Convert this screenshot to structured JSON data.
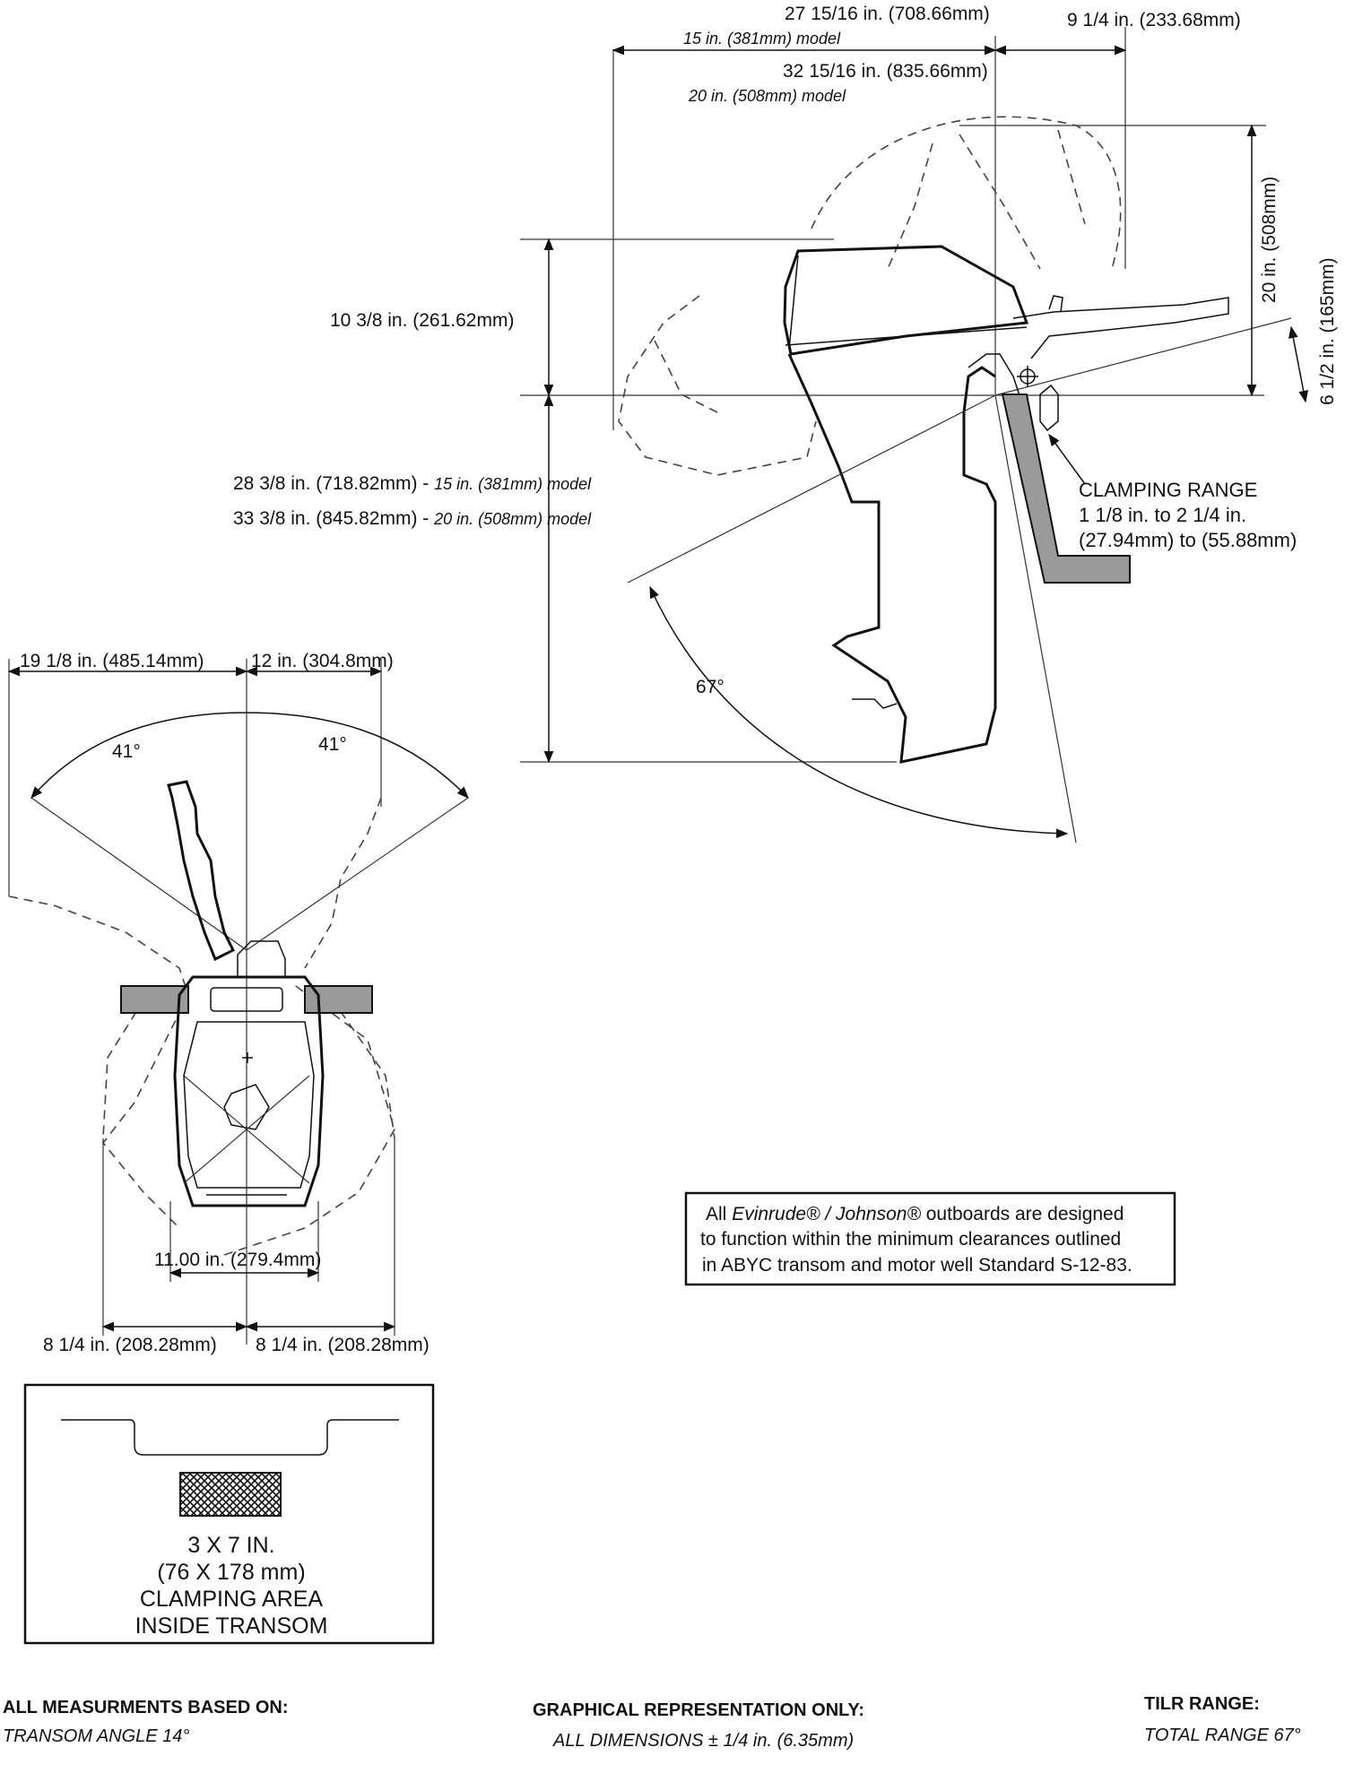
{
  "side_view": {
    "length_15_value": "27 15/16 in. (708.66mm)",
    "length_15_model": "15 in. (381mm) model",
    "length_20_value": "32 15/16 in. (835.66mm)",
    "length_20_model": "20 in. (508mm) model",
    "setback": "9 1/4 in. (233.68mm)",
    "height_above_clamp": "10 3/8 in. (261.62mm)",
    "tilt_height": "20 in. (508mm)",
    "tiller_rise": "6 1/2 in. (165mm)",
    "depth_15_value": "28 3/8 in. (718.82mm) - ",
    "depth_15_model": "15 in. (381mm) model",
    "depth_20_value": "33 3/8 in. (845.82mm) - ",
    "depth_20_model": "20 in. (508mm) model",
    "clamping_range_title": "CLAMPING RANGE",
    "clamping_range_in": "1 1/8 in. to 2 1/4 in.",
    "clamping_range_mm": "(27.94mm) to  (55.88mm)",
    "tilt_angle": "67°"
  },
  "top_view": {
    "tiller_left": "19 1/8 in. (485.14mm)",
    "tiller_right": "12 in. (304.8mm)",
    "steer_left": "41°",
    "steer_right": "41°",
    "width": "11.00 in. (279.4mm)",
    "swing_left": "8 1/4 in. (208.28mm)",
    "swing_right": "8 1/4 in. (208.28mm)"
  },
  "note": {
    "line1_prefix": "All ",
    "brand": "Evinrude® / Johnson®",
    "line1_suffix": " outboards are designed",
    "line2": "to function within the minimum clearances outlined",
    "line3": "in ABYC transom and motor well Standard S-12-83."
  },
  "clamp_area": {
    "line1": "3 X 7 IN.",
    "line2": "(76 X 178 mm)",
    "line3": "CLAMPING AREA",
    "line4": "INSIDE TRANSOM"
  },
  "footer": {
    "left_title": "ALL MEASURMENTS BASED ON:",
    "left_value": "TRANSOM ANGLE 14°",
    "center_title": "GRAPHICAL REPRESENTATION ONLY:",
    "center_value": "ALL DIMENSIONS ± 1/4 in. (6.35mm)",
    "right_title": "TILR RANGE:",
    "right_value": "TOTAL RANGE 67°"
  }
}
